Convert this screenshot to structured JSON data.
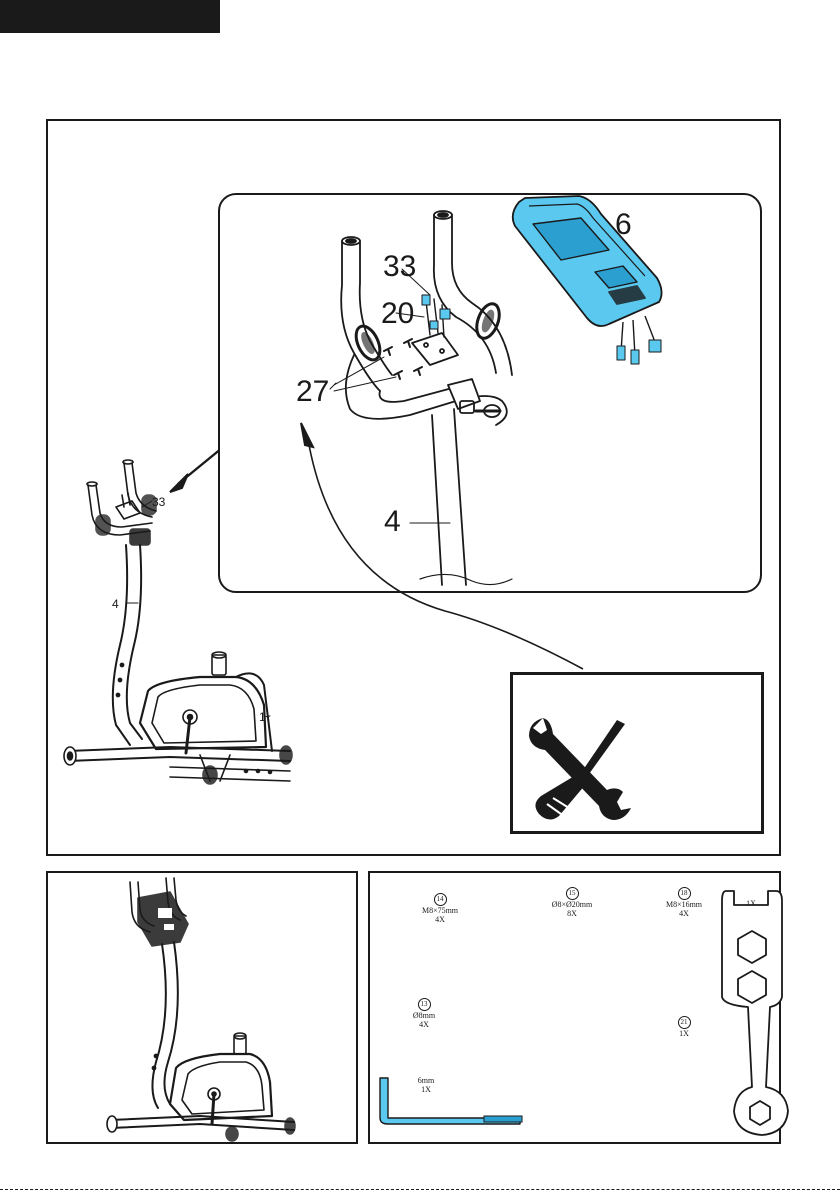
{
  "callouts": {
    "display": "6",
    "cable_bracket": "33",
    "cable": "20",
    "screws": "27",
    "post": "4",
    "overview_bracket": "33",
    "overview_post": "4",
    "overview_frame": "1"
  },
  "hardware": [
    {
      "num": "14",
      "size": "M8×75mm",
      "qty": "4X"
    },
    {
      "num": "15",
      "size": "Ø8×Ø20mm",
      "qty": "8X"
    },
    {
      "num": "18",
      "size": "M8×16mm",
      "qty": "4X"
    },
    {
      "num": "13",
      "size": "Ø8mm",
      "qty": "4X"
    },
    {
      "num": "21",
      "size": "",
      "qty": "1X"
    },
    {
      "num": "",
      "size": "6mm",
      "qty": "1X"
    },
    {
      "num": "",
      "size": "",
      "qty": "1X"
    }
  ],
  "colors": {
    "ink": "#1a1a1a",
    "accent_blue": "#5bc8ef",
    "accent_blue_dark": "#2a9fd0"
  },
  "icons": {
    "tools": "wrench-and-screwdriver-icon"
  }
}
